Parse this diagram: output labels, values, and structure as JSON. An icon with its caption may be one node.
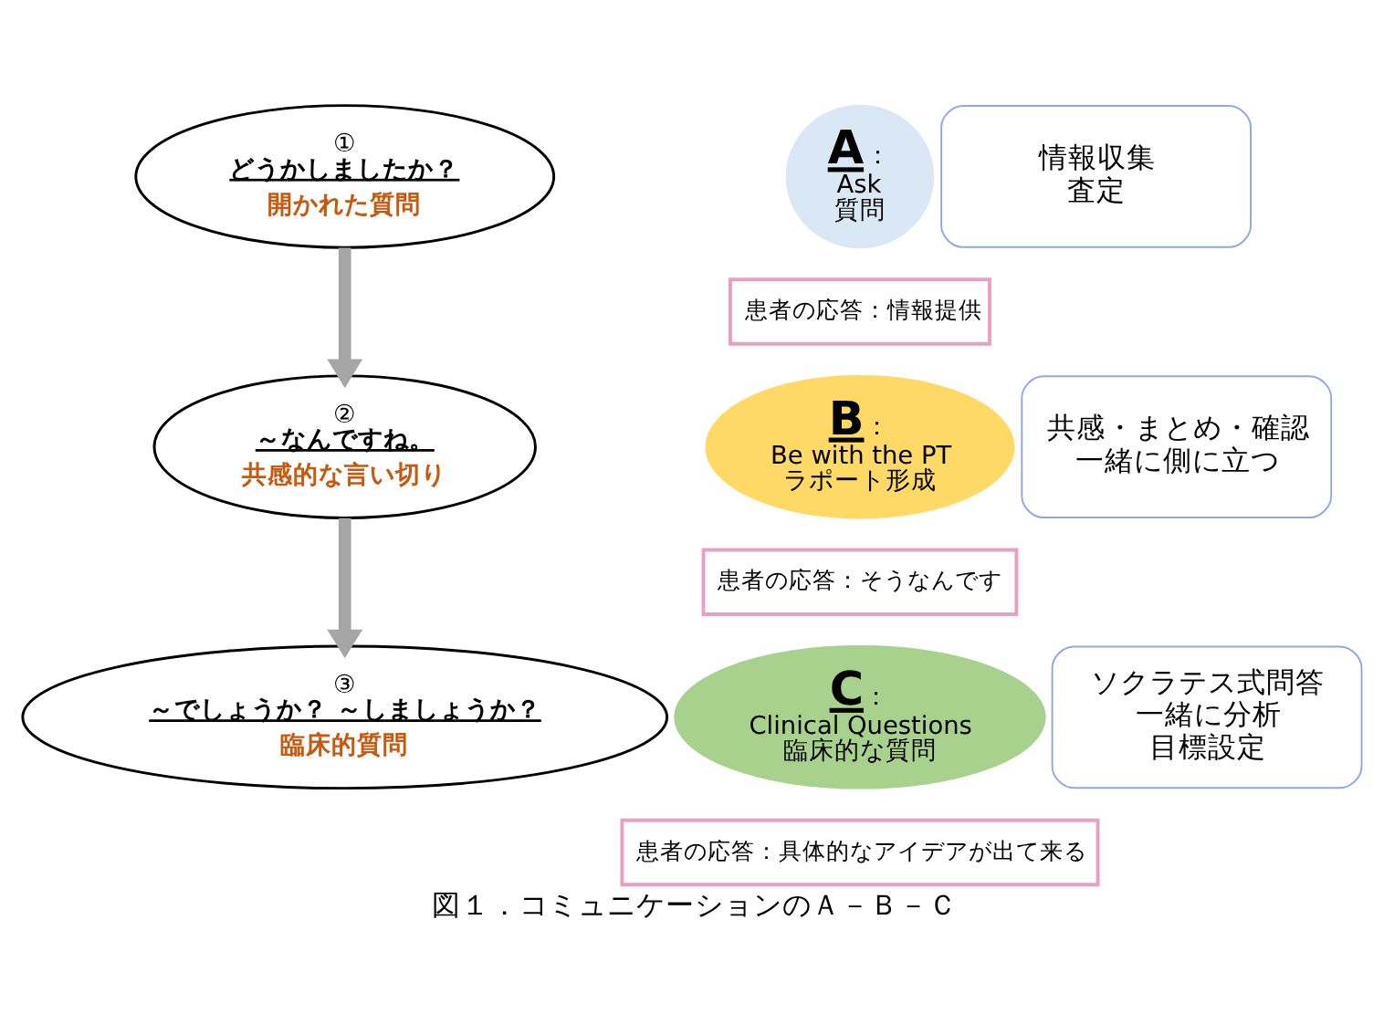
{
  "diagram": {
    "caption": "図１．コミュニケーションのＡ－Ｂ－Ｃ",
    "nodes": [
      {
        "text": [
          "①",
          "どうかしましたか？",
          "開かれた質問"
        ]
      },
      {
        "text": [
          "A",
          "：",
          "Ask",
          "質問"
        ]
      },
      {
        "text": [
          "情報収集",
          "査定"
        ]
      },
      {
        "text": [
          "患者の応答：情報提供"
        ]
      },
      {
        "text": [
          "②",
          "～なんですね。",
          "共感的な言い切り"
        ]
      },
      {
        "text": [
          "B",
          "：",
          "Be with the PT",
          "ラポート形成"
        ]
      },
      {
        "text": [
          "共感・まとめ・確認",
          "一緒に側に立つ"
        ]
      },
      {
        "text": [
          "患者の応答：そうなんです"
        ]
      },
      {
        "text": [
          "③",
          "～でしょうか？ ～しましょうか？",
          "臨床的質問"
        ]
      },
      {
        "text": [
          "C",
          "：",
          "Clinical Questions",
          "臨床的な質問"
        ]
      },
      {
        "text": [
          "ソクラテス式問答",
          "一緒に分析",
          "目標設定"
        ]
      },
      {
        "text": [
          "患者の応答：具体的なアイデアが出て来る"
        ]
      }
    ],
    "edges": [
      {
        "from": 0,
        "to": 4,
        "arrow": "to"
      },
      {
        "from": 4,
        "to": 8,
        "arrow": "to"
      }
    ]
  }
}
